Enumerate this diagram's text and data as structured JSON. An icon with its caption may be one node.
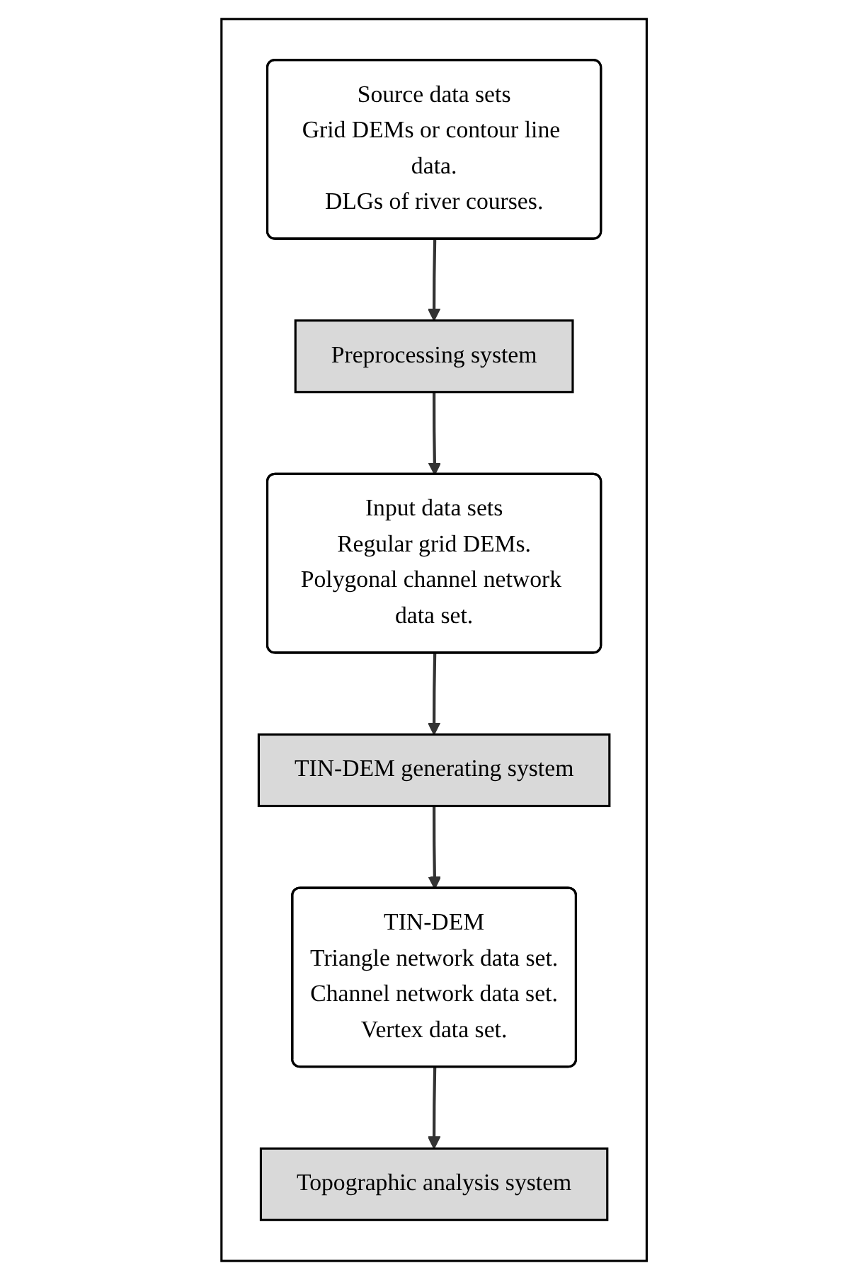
{
  "diagram": {
    "nodes": [
      {
        "text": [],
        "shape": "box"
      },
      {
        "text": [
          "Source data sets",
          "Grid DEMs or contour line data.",
          "DLGs of river courses."
        ],
        "in": 0
      },
      {
        "text": [
          "Preprocessing system"
        ],
        "in": 0
      },
      {
        "text": [
          "Input data sets",
          "Regular grid DEMs.",
          "Polygonal channel network data set."
        ],
        "in": 0
      },
      {
        "text": [
          "TIN-DEM generating system"
        ],
        "in": 0
      },
      {
        "text": [
          "TIN-DEM",
          "Triangle network data set.",
          "Channel network data set.",
          "Vertex data set."
        ],
        "in": 0
      },
      {
        "text": [
          "Topographic analysis system"
        ],
        "in": 0
      }
    ],
    "edges": [
      {
        "from": 1,
        "to": 2,
        "arrow": "to"
      },
      {
        "from": 2,
        "to": 3,
        "arrow": "to"
      },
      {
        "from": 3,
        "to": 4,
        "arrow": "to"
      },
      {
        "from": 4,
        "to": 5,
        "arrow": "to"
      },
      {
        "from": 5,
        "to": 6,
        "arrow": "to"
      }
    ]
  }
}
